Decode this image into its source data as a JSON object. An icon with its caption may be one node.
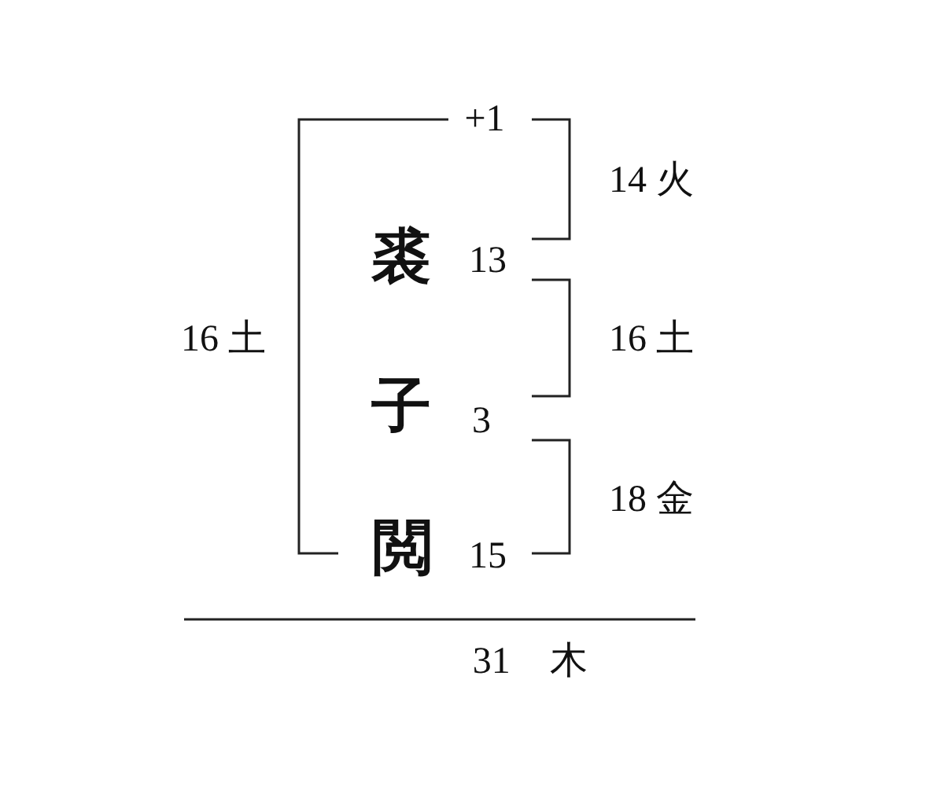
{
  "diagram": {
    "labels": [
      "+1",
      "14 火",
      "裘",
      "13",
      "16 土",
      "16 土",
      "子",
      "3",
      "18 金",
      "閲",
      "15",
      "31 木"
    ]
  }
}
